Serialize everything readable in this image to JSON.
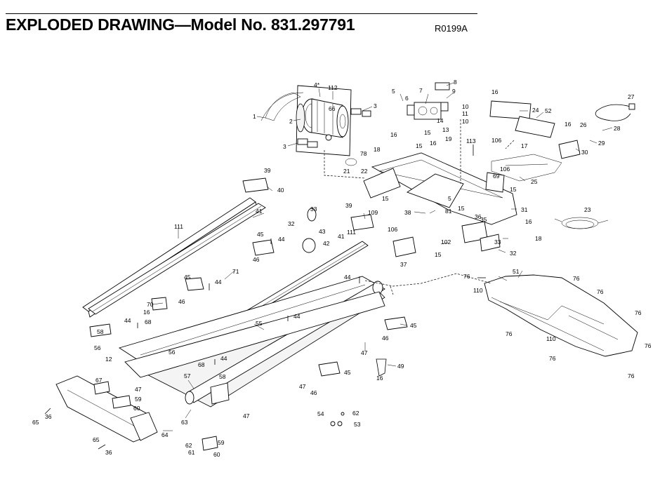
{
  "header": {
    "title": "EXPLODED DRAWING—Model No. 831.297791",
    "drawing_code": "R0199A"
  },
  "callouts": [
    {
      "id": "c1",
      "text": "1"
    },
    {
      "id": "c2",
      "text": "2"
    },
    {
      "id": "c3a",
      "text": "3"
    },
    {
      "id": "c3b",
      "text": "3"
    },
    {
      "id": "c4",
      "text": "4*"
    },
    {
      "id": "c112",
      "text": "112"
    },
    {
      "id": "c66",
      "text": "66"
    },
    {
      "id": "c5a",
      "text": "5"
    },
    {
      "id": "c6",
      "text": "6"
    },
    {
      "id": "c7",
      "text": "7"
    },
    {
      "id": "c8",
      "text": "8"
    },
    {
      "id": "c9",
      "text": "9"
    },
    {
      "id": "c10a",
      "text": "10"
    },
    {
      "id": "c10b",
      "text": "10"
    },
    {
      "id": "c11",
      "text": "11"
    },
    {
      "id": "c13",
      "text": "13"
    },
    {
      "id": "c14",
      "text": "14"
    },
    {
      "id": "c15a",
      "text": "15"
    },
    {
      "id": "c16a",
      "text": "16"
    },
    {
      "id": "c24",
      "text": "24"
    },
    {
      "id": "c52",
      "text": "52"
    },
    {
      "id": "c27",
      "text": "27"
    },
    {
      "id": "c28",
      "text": "28"
    },
    {
      "id": "c26",
      "text": "26"
    },
    {
      "id": "c29",
      "text": "29"
    },
    {
      "id": "c16b",
      "text": "16"
    },
    {
      "id": "c30",
      "text": "30"
    },
    {
      "id": "c106a",
      "text": "106"
    },
    {
      "id": "c17",
      "text": "17"
    },
    {
      "id": "c25",
      "text": "25"
    },
    {
      "id": "c113",
      "text": "113"
    },
    {
      "id": "c19",
      "text": "19"
    },
    {
      "id": "c16c",
      "text": "16"
    },
    {
      "id": "c15b",
      "text": "15"
    },
    {
      "id": "c16d",
      "text": "16"
    },
    {
      "id": "c18a",
      "text": "18"
    },
    {
      "id": "c78",
      "text": "78"
    },
    {
      "id": "c21",
      "text": "21"
    },
    {
      "id": "c22",
      "text": "22"
    },
    {
      "id": "c15c",
      "text": "15"
    },
    {
      "id": "c106b",
      "text": "106"
    },
    {
      "id": "c69",
      "text": "69"
    },
    {
      "id": "c15d",
      "text": "15"
    },
    {
      "id": "c5b",
      "text": "5"
    },
    {
      "id": "c15e",
      "text": "15"
    },
    {
      "id": "c31",
      "text": "31"
    },
    {
      "id": "c23",
      "text": "23"
    },
    {
      "id": "c39a",
      "text": "39"
    },
    {
      "id": "c40",
      "text": "40"
    },
    {
      "id": "c41a",
      "text": "41"
    },
    {
      "id": "c111a",
      "text": "111"
    },
    {
      "id": "c33a",
      "text": "33"
    },
    {
      "id": "c39b",
      "text": "39"
    },
    {
      "id": "c109",
      "text": "109"
    },
    {
      "id": "c38",
      "text": "38"
    },
    {
      "id": "c81",
      "text": "81"
    },
    {
      "id": "c36a",
      "text": "36"
    },
    {
      "id": "c35",
      "text": "35"
    },
    {
      "id": "c16e",
      "text": "16"
    },
    {
      "id": "c18b",
      "text": "18"
    },
    {
      "id": "c32a",
      "text": "32"
    },
    {
      "id": "c43",
      "text": "43"
    },
    {
      "id": "c111b",
      "text": "111"
    },
    {
      "id": "c41b",
      "text": "41"
    },
    {
      "id": "c45a",
      "text": "45"
    },
    {
      "id": "c44a",
      "text": "44"
    },
    {
      "id": "c42",
      "text": "42"
    },
    {
      "id": "c46a",
      "text": "46"
    },
    {
      "id": "c106c",
      "text": "106"
    },
    {
      "id": "c37",
      "text": "37"
    },
    {
      "id": "c102",
      "text": "102"
    },
    {
      "id": "c15f",
      "text": "15"
    },
    {
      "id": "c33b",
      "text": "33"
    },
    {
      "id": "c32b",
      "text": "32"
    },
    {
      "id": "c71",
      "text": "71"
    },
    {
      "id": "c45b",
      "text": "45"
    },
    {
      "id": "c44b",
      "text": "44"
    },
    {
      "id": "c46b",
      "text": "46"
    },
    {
      "id": "c70",
      "text": "70"
    },
    {
      "id": "c16f",
      "text": "16"
    },
    {
      "id": "c44c",
      "text": "44"
    },
    {
      "id": "c44d",
      "text": "44"
    },
    {
      "id": "c44e",
      "text": "44"
    },
    {
      "id": "c68a",
      "text": "68"
    },
    {
      "id": "c58a",
      "text": "58"
    },
    {
      "id": "c55",
      "text": "55"
    },
    {
      "id": "c45c",
      "text": "45"
    },
    {
      "id": "c46c",
      "text": "46"
    },
    {
      "id": "c47a",
      "text": "47"
    },
    {
      "id": "c76a",
      "text": "76"
    },
    {
      "id": "c51",
      "text": "51"
    },
    {
      "id": "c76b",
      "text": "76"
    },
    {
      "id": "c76c",
      "text": "76"
    },
    {
      "id": "c110a",
      "text": "110"
    },
    {
      "id": "c76d",
      "text": "76"
    },
    {
      "id": "c76e",
      "text": "76"
    },
    {
      "id": "c110b",
      "text": "110"
    },
    {
      "id": "c76f",
      "text": "76"
    },
    {
      "id": "c76g",
      "text": "76"
    },
    {
      "id": "c76h",
      "text": "76"
    },
    {
      "id": "c56a",
      "text": "56"
    },
    {
      "id": "c12",
      "text": "12"
    },
    {
      "id": "c56b",
      "text": "56"
    },
    {
      "id": "c68b",
      "text": "68"
    },
    {
      "id": "c44f",
      "text": "44"
    },
    {
      "id": "c49",
      "text": "49"
    },
    {
      "id": "c45d",
      "text": "45"
    },
    {
      "id": "c16g",
      "text": "16"
    },
    {
      "id": "c67",
      "text": "67"
    },
    {
      "id": "c47b",
      "text": "47"
    },
    {
      "id": "c57",
      "text": "57"
    },
    {
      "id": "c58b",
      "text": "58"
    },
    {
      "id": "c47c",
      "text": "47"
    },
    {
      "id": "c46d",
      "text": "46"
    },
    {
      "id": "c59a",
      "text": "59"
    },
    {
      "id": "c60a",
      "text": "60"
    },
    {
      "id": "c65a",
      "text": "65"
    },
    {
      "id": "c36b",
      "text": "36"
    },
    {
      "id": "c63",
      "text": "63"
    },
    {
      "id": "c47d",
      "text": "47"
    },
    {
      "id": "c54",
      "text": "54"
    },
    {
      "id": "c62a",
      "text": "62"
    },
    {
      "id": "c53",
      "text": "53"
    },
    {
      "id": "c64",
      "text": "64"
    },
    {
      "id": "c65b",
      "text": "65"
    },
    {
      "id": "c36c",
      "text": "36"
    },
    {
      "id": "c62b",
      "text": "62"
    },
    {
      "id": "c61",
      "text": "61"
    },
    {
      "id": "c59b",
      "text": "59"
    },
    {
      "id": "c60b",
      "text": "60"
    }
  ]
}
